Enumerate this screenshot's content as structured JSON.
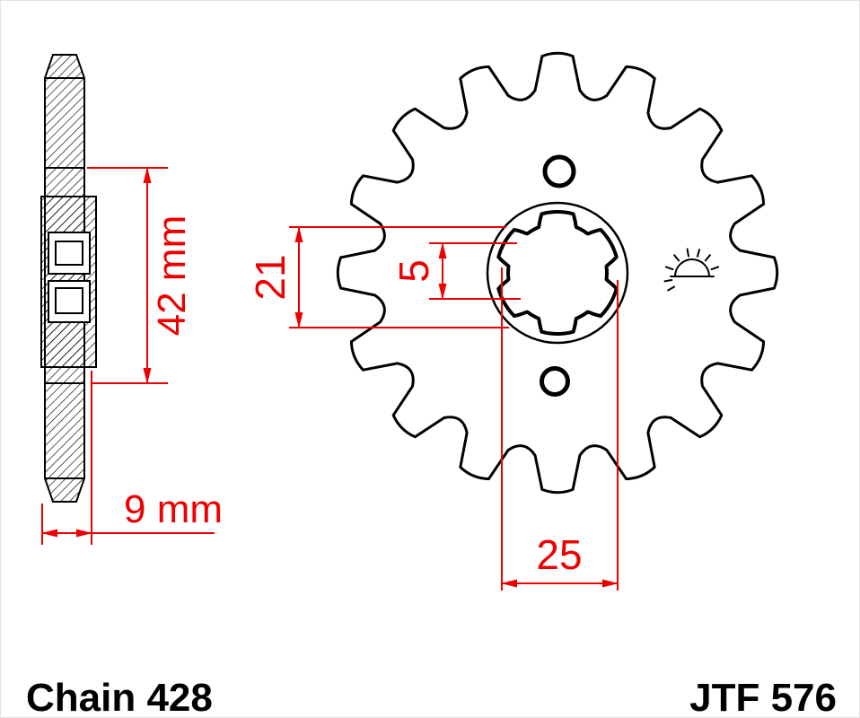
{
  "labels": {
    "chain": "Chain 428",
    "part": "JTF 576"
  },
  "dimensions": {
    "hub_length": "42 mm",
    "hub_offset": "9 mm",
    "bore_diameter": "21",
    "spline_depth": "5",
    "spline_outer_diameter": "25"
  },
  "front_view": {
    "teeth": 16,
    "spline_count": 6
  },
  "colors": {
    "background": "#ffffff",
    "outline": "#000000",
    "dimension": "#ee0000"
  }
}
